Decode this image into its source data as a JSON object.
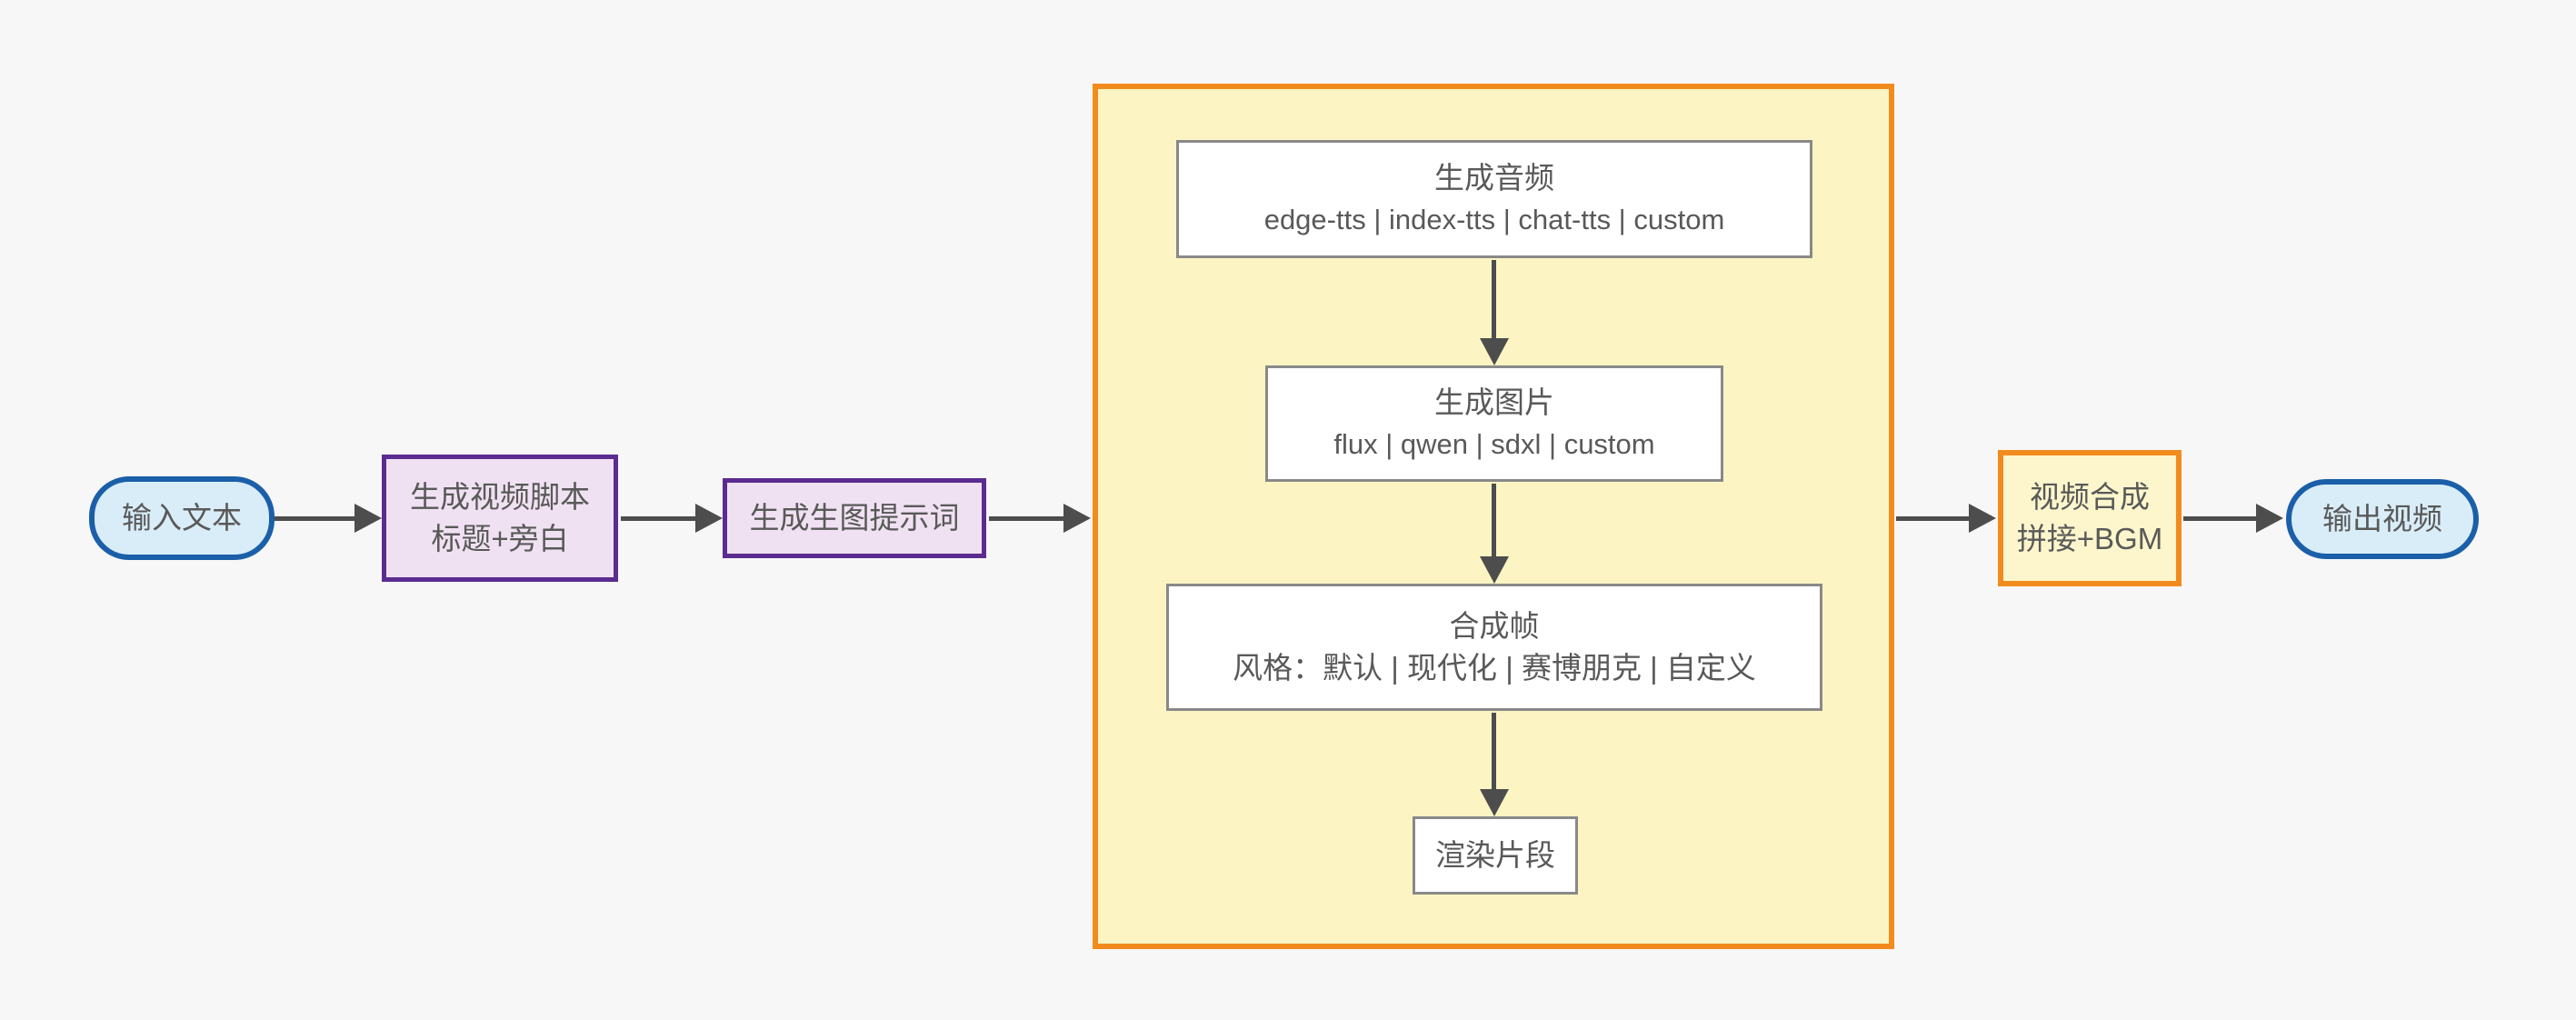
{
  "diagram_type": "flowchart",
  "direction": "left-to-right",
  "nodes": {
    "input": {
      "shape": "stadium",
      "label": "输入文本"
    },
    "script": {
      "shape": "rect",
      "lines": [
        "生成视频脚本",
        "标题+旁白"
      ]
    },
    "prompt": {
      "shape": "rect",
      "label": "生成生图提示词"
    },
    "audio": {
      "shape": "rect",
      "lines": [
        "生成音频",
        "edge-tts | index-tts | chat-tts | custom"
      ]
    },
    "image": {
      "shape": "rect",
      "lines": [
        "生成图片",
        "flux | qwen | sdxl | custom"
      ]
    },
    "frame": {
      "shape": "rect",
      "lines": [
        "合成帧",
        "风格：默认 | 现代化 | 赛博朋克 | 自定义"
      ]
    },
    "render": {
      "shape": "rect",
      "label": "渲染片段"
    },
    "compose": {
      "shape": "rect",
      "lines": [
        "视频合成",
        "拼接+BGM"
      ]
    },
    "output": {
      "shape": "stadium",
      "label": "输出视频"
    }
  },
  "container": {
    "label": "",
    "children": [
      "audio",
      "image",
      "frame",
      "render"
    ]
  },
  "edges": [
    {
      "from": "input",
      "to": "script"
    },
    {
      "from": "script",
      "to": "prompt"
    },
    {
      "from": "prompt",
      "to": "container"
    },
    {
      "from": "audio",
      "to": "image"
    },
    {
      "from": "image",
      "to": "frame"
    },
    {
      "from": "frame",
      "to": "render"
    },
    {
      "from": "container",
      "to": "compose"
    },
    {
      "from": "compose",
      "to": "output"
    }
  ],
  "colors": {
    "background": "#f7f7f7",
    "arrow": "#4d4d4d",
    "text": "#595959",
    "pill_fill": "#d9edf8",
    "pill_border": "#1b5fa9",
    "purple_fill": "#f0e1f2",
    "purple_border": "#5b2c8f",
    "white_box_fill": "#ffffff",
    "white_box_border": "#898989",
    "container_fill": "#fcf5c3",
    "container_border": "#f28b1e",
    "compose_fill": "#fdf6cc"
  }
}
